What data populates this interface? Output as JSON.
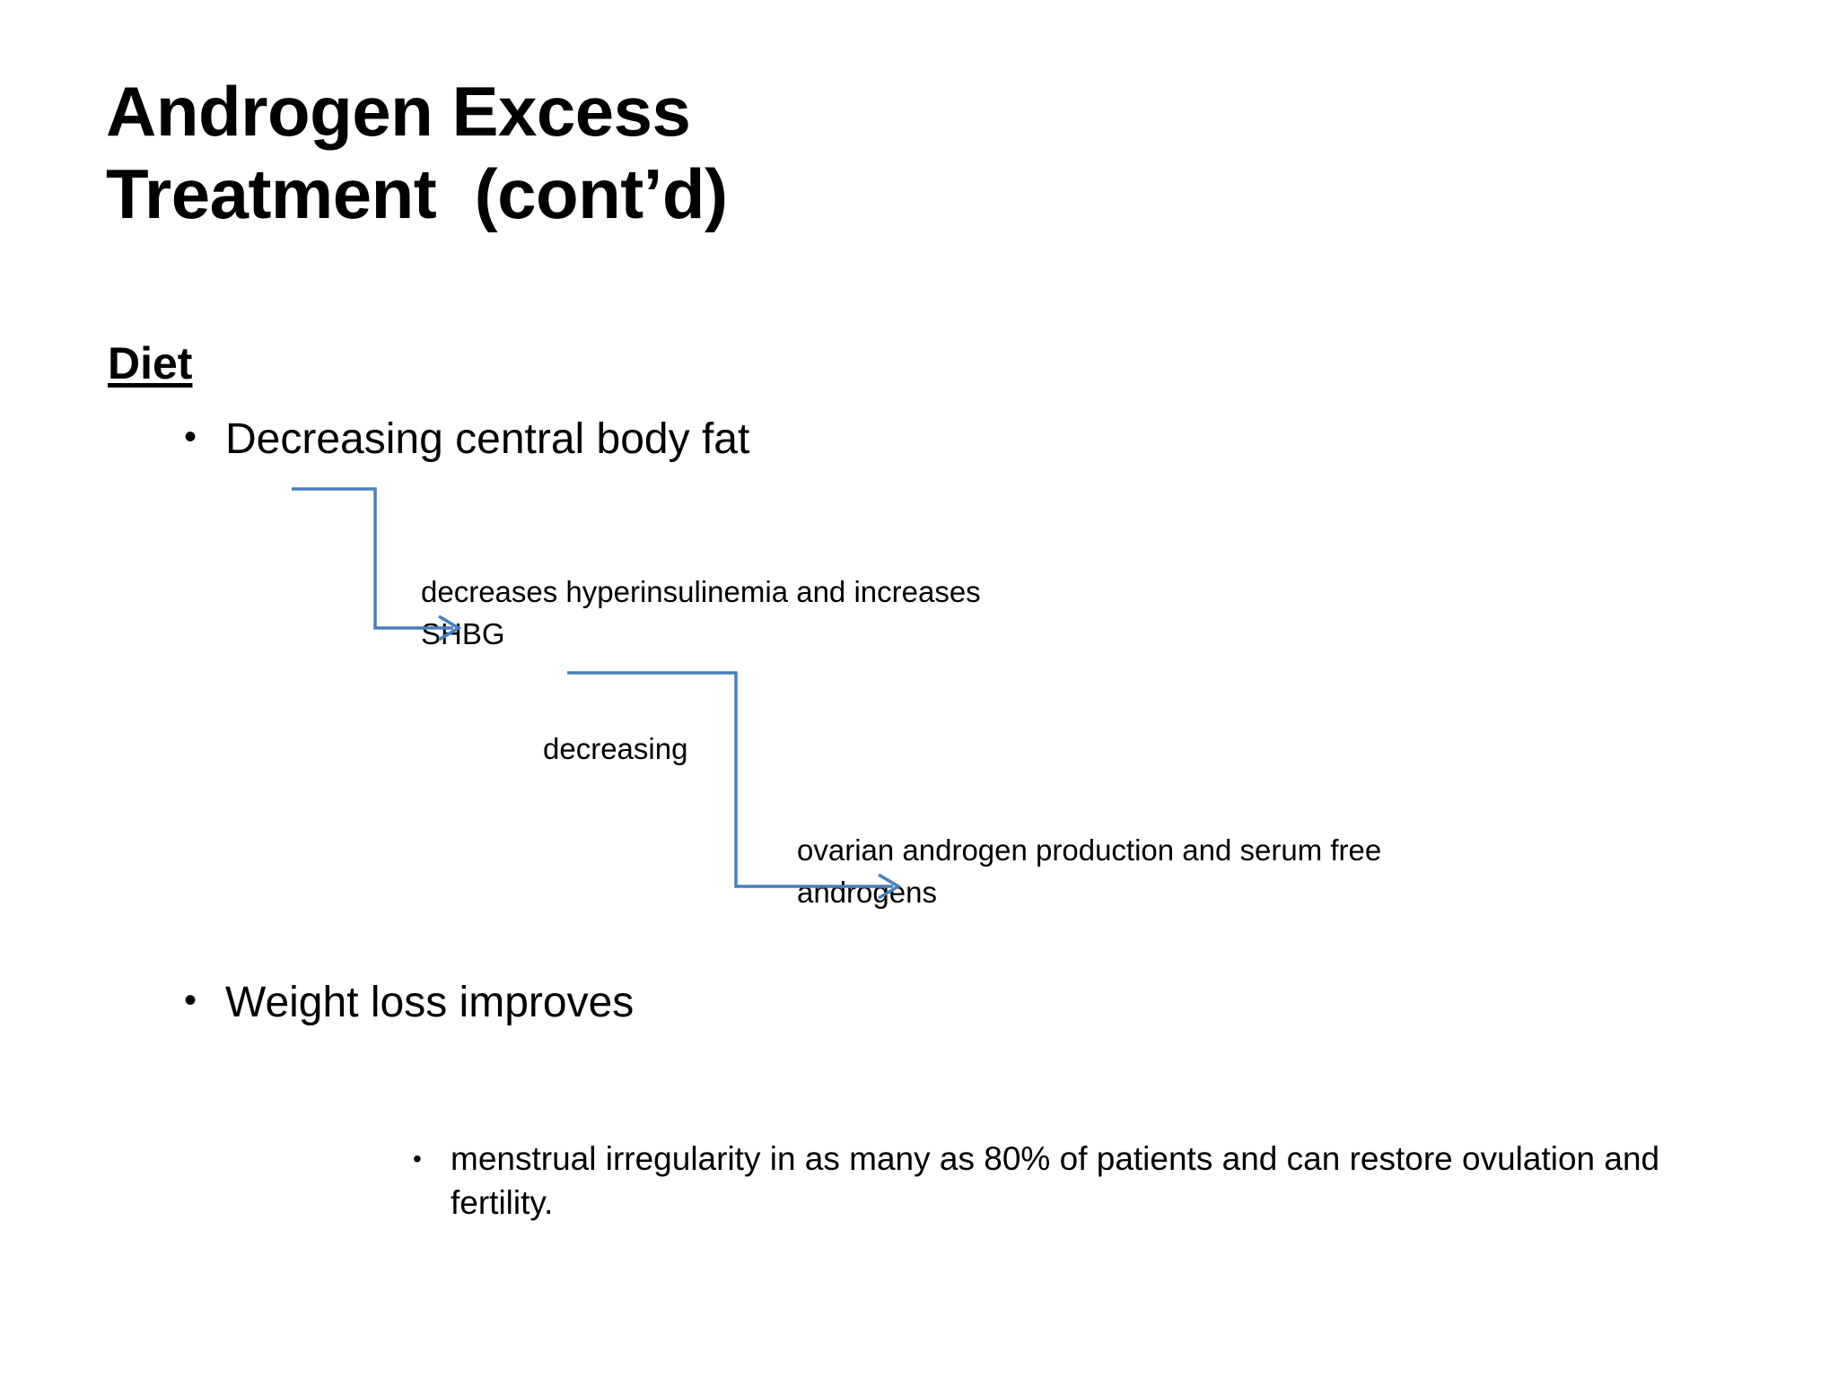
{
  "slide": {
    "background_color": "#ffffff",
    "text_color": "#000000",
    "connector_color": "#4A7EBB"
  },
  "title": {
    "line1": "Androgen Excess",
    "line2": "Treatment  (cont’d)"
  },
  "section": {
    "heading": "Diet"
  },
  "bullets": [
    {
      "marker": "•",
      "text": "Decreasing central body fat"
    },
    {
      "marker": "•",
      "text": "Weight loss improves"
    }
  ],
  "annotations": [
    {
      "id": "insulin",
      "text": "decreases hyperinsulinemia and increases SHBG"
    },
    {
      "id": "decreasing",
      "text": "decreasing"
    },
    {
      "id": "ovarian",
      "text": "ovarian androgen production and serum free androgens"
    }
  ],
  "subbullet": {
    "marker": "•",
    "text": "menstrual irregularity in as many as 80% of patients and can restore ovulation and fertility."
  }
}
